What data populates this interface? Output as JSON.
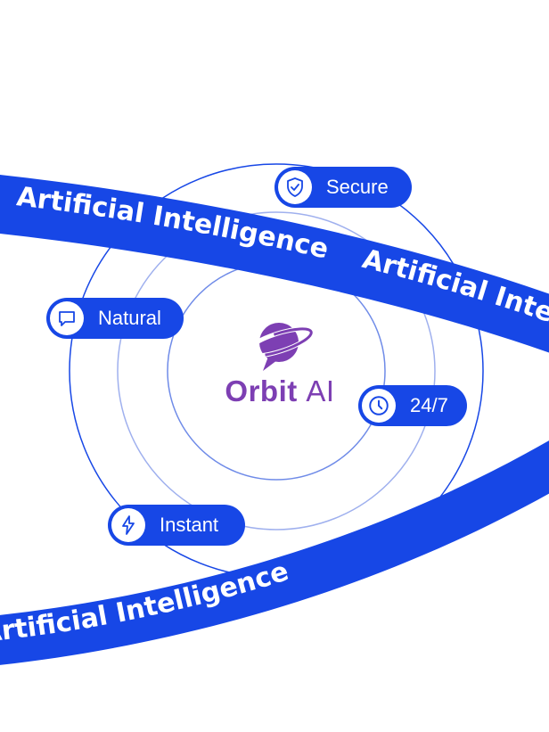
{
  "ribbon": {
    "text": "Artificial Intelligence",
    "color": "#1747e6"
  },
  "brand": {
    "name_bold": "Orbit",
    "name_light": "AI",
    "color": "#7d3fb3"
  },
  "badges": [
    {
      "label": "Secure",
      "icon": "shield-check-icon"
    },
    {
      "label": "Natural",
      "icon": "chat-bubble-icon"
    },
    {
      "label": "24/7",
      "icon": "clock-icon"
    },
    {
      "label": "Instant",
      "icon": "lightning-icon"
    }
  ],
  "colors": {
    "accent": "#1747e6",
    "ring_outer": "#1747e6",
    "ring_inner": "#9fb0ee",
    "background": "#ffffff"
  }
}
